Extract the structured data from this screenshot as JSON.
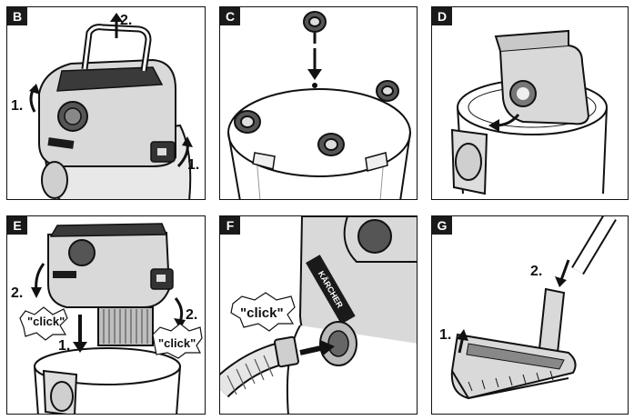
{
  "panels": [
    {
      "id": "B",
      "labels": {
        "step1_left": "1.",
        "step1_right": "1.",
        "step2": "2."
      }
    },
    {
      "id": "C",
      "labels": {}
    },
    {
      "id": "D",
      "labels": {}
    },
    {
      "id": "E",
      "labels": {
        "step2_left": "2.",
        "step2_right": "2.",
        "step1": "1.",
        "click_left": "\"click\"",
        "click_right": "\"click\""
      }
    },
    {
      "id": "F",
      "labels": {
        "click": "\"click\"",
        "brand": "KÄRCHER"
      }
    },
    {
      "id": "G",
      "labels": {
        "step2": "2.",
        "step1": "1."
      }
    }
  ],
  "colors": {
    "ink": "#111111",
    "panel_bg": "#ffffff",
    "badge_bg": "#1a1a1a",
    "body_gray": "#d9d9d9",
    "dark_gray": "#3a3a3a"
  }
}
